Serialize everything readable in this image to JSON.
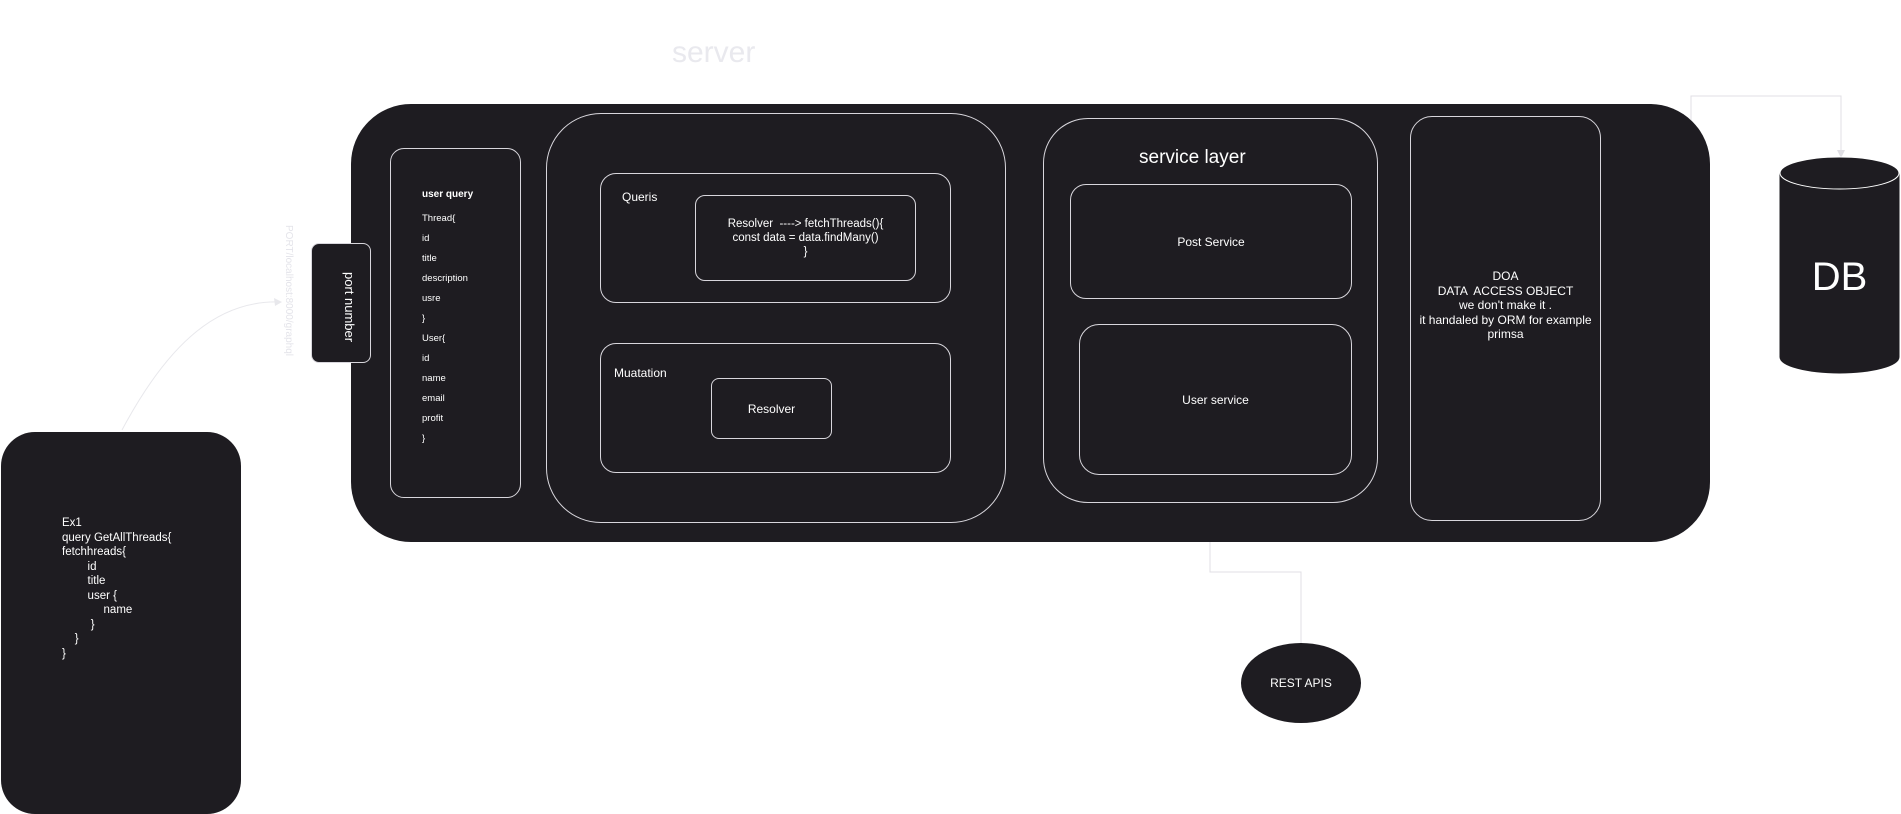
{
  "server_title": "server",
  "port_number_label": "port number",
  "port_url": "PORT/localhost:8000/graphql",
  "schema": {
    "title": "user query",
    "lines": [
      "Thread{",
      "id",
      "title",
      "description",
      "usre",
      "}",
      "User{",
      "id",
      "name",
      "email",
      "profit",
      "}"
    ]
  },
  "queries": {
    "label": "Queris",
    "resolver_text": "Resolver  ----> fetchThreads(){\nconst data = data.findMany()\n}"
  },
  "mutation": {
    "label": "Muatation",
    "resolver_label": "Resolver"
  },
  "service_layer": {
    "title": "service layer",
    "post_service": "Post Service",
    "user_service": "User service"
  },
  "dao": {
    "text": "DOA\nDATA  ACCESS OBJECT\nwe don't make it .\nit handaled by ORM for example\nprimsa"
  },
  "db_label": "DB",
  "rest_apis": "REST APIS",
  "example_query": {
    "text": "Ex1\nquery GetAllThreads{\nfetchhreads{\n        id\n        title\n        user {\n             name\n         }\n    }\n}"
  }
}
